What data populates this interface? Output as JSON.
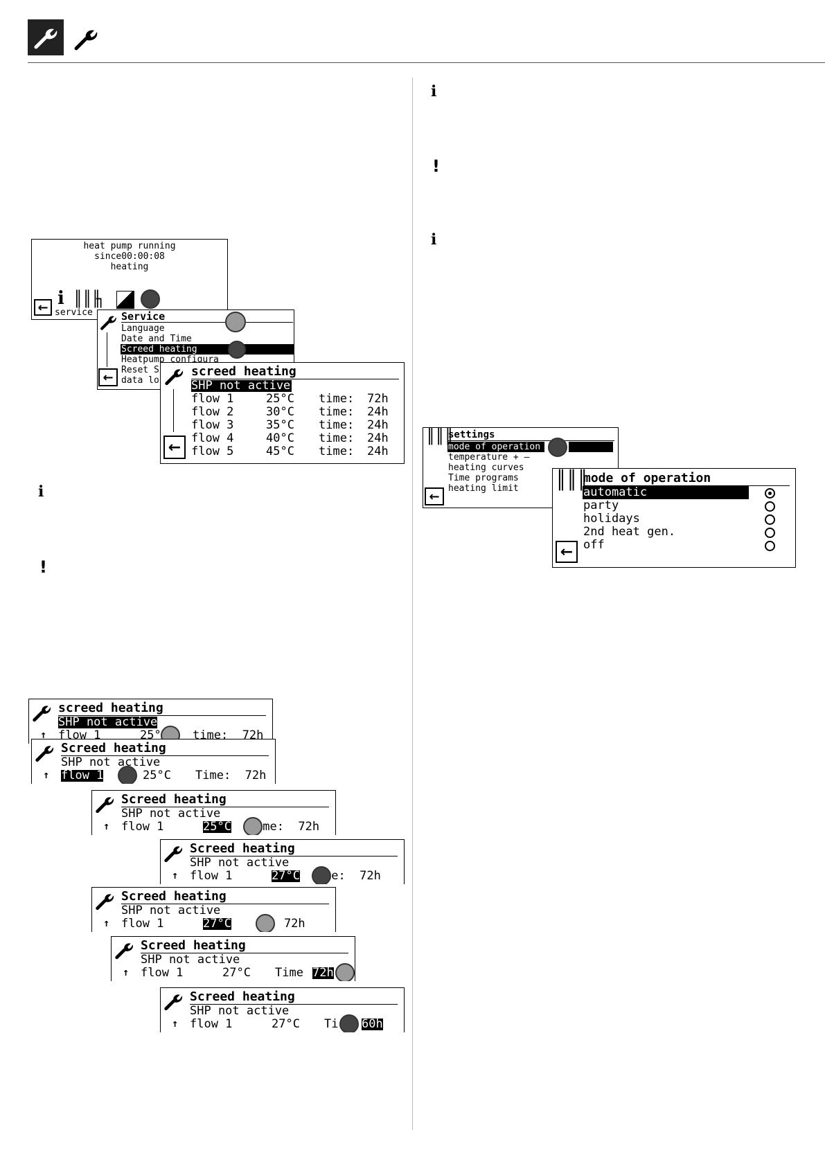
{
  "header": {
    "icon_primary": "wrench-icon",
    "icon_secondary": "wrench-icon"
  },
  "margin_notes": {
    "info_symbol": "ℹ",
    "warning_symbol": "!"
  },
  "main_screen": {
    "status_line1": "heat pump running",
    "status_line2": "since00:00:08",
    "status_line3": "heating",
    "service_label": "service",
    "icons": [
      "info-icon",
      "radiator-icon",
      "tap-icon",
      "cooling-icon",
      "service-knob-icon"
    ]
  },
  "service_menu": {
    "title": "Service",
    "items": [
      "Language",
      "Date and Time",
      "Screed heating",
      "Heatpump configura",
      "Reset S",
      "data lo"
    ]
  },
  "screed_screen": {
    "title": "screed heating",
    "status": "SHP not active",
    "rows": [
      {
        "label": "flow 1",
        "temp": "25°C",
        "time_label": "time:",
        "time": "72h"
      },
      {
        "label": "flow 2",
        "temp": "30°C",
        "time_label": "time:",
        "time": "24h"
      },
      {
        "label": "flow 3",
        "temp": "35°C",
        "time_label": "time:",
        "time": "24h"
      },
      {
        "label": "flow 4",
        "temp": "40°C",
        "time_label": "time:",
        "time": "24h"
      },
      {
        "label": "flow 5",
        "temp": "45°C",
        "time_label": "time:",
        "time": "24h"
      }
    ]
  },
  "sequence": {
    "s1": {
      "title": "screed heating",
      "status": "SHP not active",
      "flow": "flow 1",
      "temp": "25°",
      "time": "time:  72h"
    },
    "s2": {
      "title": "Screed heating",
      "status": "SHP not active",
      "flow": "flow 1",
      "temp": "25°C",
      "time": "Time:  72h"
    },
    "s3": {
      "title": "Screed heating",
      "status": "SHP not active",
      "flow": "flow 1",
      "temp": "25°C",
      "time": "ime:  72h"
    },
    "s4": {
      "title": "Screed heating",
      "status": "SHP not active",
      "flow": "flow 1",
      "temp": "27°C",
      "time": "me:  72h"
    },
    "s5": {
      "title": "Screed heating",
      "status": "SHP not active",
      "flow": "flow 1",
      "temp": "27°C",
      "time": "e:  72h"
    },
    "s6": {
      "title": "Screed heating",
      "status": "SHP not active",
      "flow": "flow 1",
      "temp": "27°C",
      "time_label": "Time",
      "time": "72h"
    },
    "s7": {
      "title": "Screed heating",
      "status": "SHP not active",
      "flow": "flow 1",
      "temp": "27°C",
      "time_label": "Ti",
      "time": "60h"
    }
  },
  "settings_screen": {
    "title": "settings",
    "items": [
      "mode of operation",
      "temperature + –",
      "heating curves",
      "Time programs",
      "heating limit"
    ]
  },
  "mode_screen": {
    "title": "mode of operation",
    "options": [
      "automatic",
      "party",
      "holidays",
      "2nd heat gen.",
      "off"
    ],
    "selected": "automatic"
  }
}
